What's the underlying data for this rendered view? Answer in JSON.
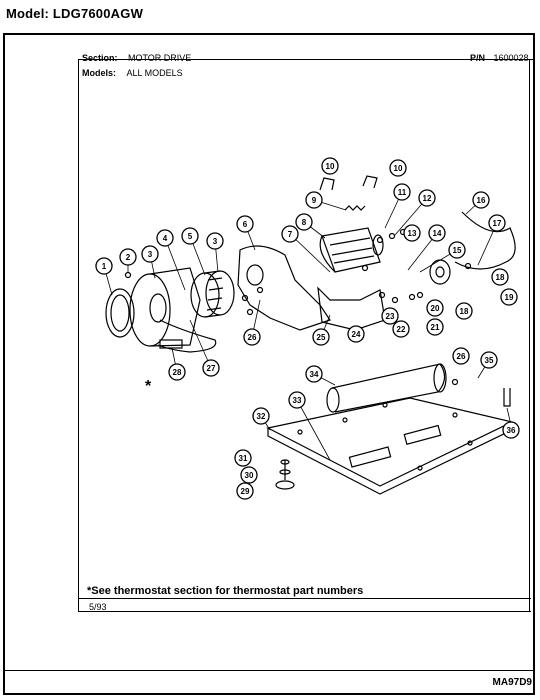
{
  "model_label": "Model:",
  "model_number": "LDG7600AGW",
  "section_label": "Section:",
  "section_value": "MOTOR DRIVE",
  "pn_label": "P/N",
  "pn_value": "1600028",
  "models_label": "Models:",
  "models_value": "ALL MODELS",
  "asterisk": "*",
  "footnote": "*See thermostat section for thermostat part numbers",
  "date": "5/93",
  "diagram_code": "MA97D9",
  "callouts": [
    "1",
    "2",
    "3",
    "3",
    "4",
    "5",
    "6",
    "7",
    "8",
    "9",
    "10",
    "10",
    "11",
    "12",
    "13",
    "14",
    "15",
    "16",
    "17",
    "18",
    "18",
    "19",
    "20",
    "21",
    "22",
    "23",
    "24",
    "25",
    "26",
    "26",
    "27",
    "28",
    "29",
    "30",
    "31",
    "32",
    "33",
    "34",
    "35",
    "36"
  ]
}
